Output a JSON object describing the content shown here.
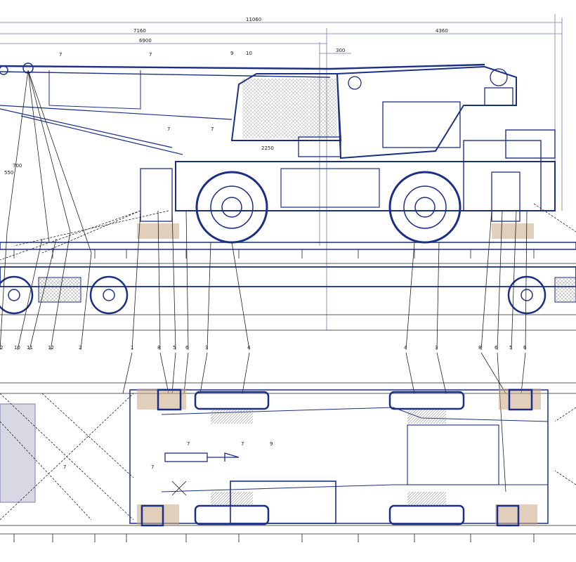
{
  "dimensions": {
    "overall": "11060",
    "left_part": "7160",
    "right_part": "4360",
    "inner": "6900",
    "offset": "300",
    "d700": "700",
    "d550": "550",
    "d2250": "2250"
  },
  "callouts_top": [
    "7",
    "7",
    "9",
    "10",
    "7",
    "7"
  ],
  "callouts_plan_top": [
    "2",
    "10",
    "11",
    "12",
    "2",
    "1",
    "8",
    "5",
    "6",
    "3",
    "4",
    "4",
    "3",
    "8",
    "6",
    "5",
    "6"
  ],
  "callouts_plan_inner": [
    "7",
    "7",
    "7",
    "7",
    "9"
  ]
}
